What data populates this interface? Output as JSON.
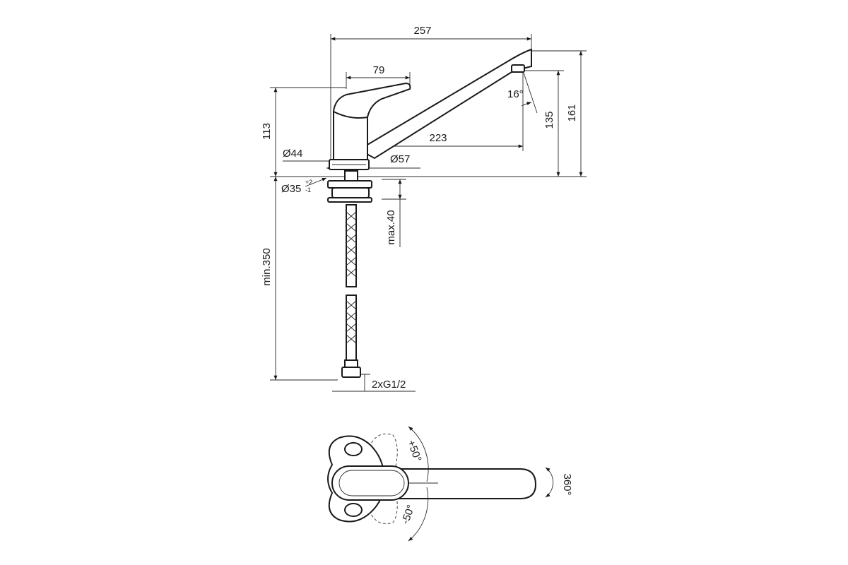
{
  "dimensions": {
    "overall_length": "257",
    "lever_length": "79",
    "spout_reach": "223",
    "lever_height": "113",
    "spout_height": "135",
    "overall_height": "161",
    "spout_angle": "16°",
    "body_diameter": "Ø44",
    "base_diameter": "Ø57",
    "hole_diameter": "Ø35",
    "hole_tol_plus": "+2",
    "hole_tol_minus": "-1",
    "max_deck": "max.40",
    "min_hose": "min.350",
    "connection": "2xG1/2"
  },
  "top_view": {
    "lever_plus": "+50°",
    "lever_minus": "-50°",
    "spout_rotation": "360°"
  }
}
